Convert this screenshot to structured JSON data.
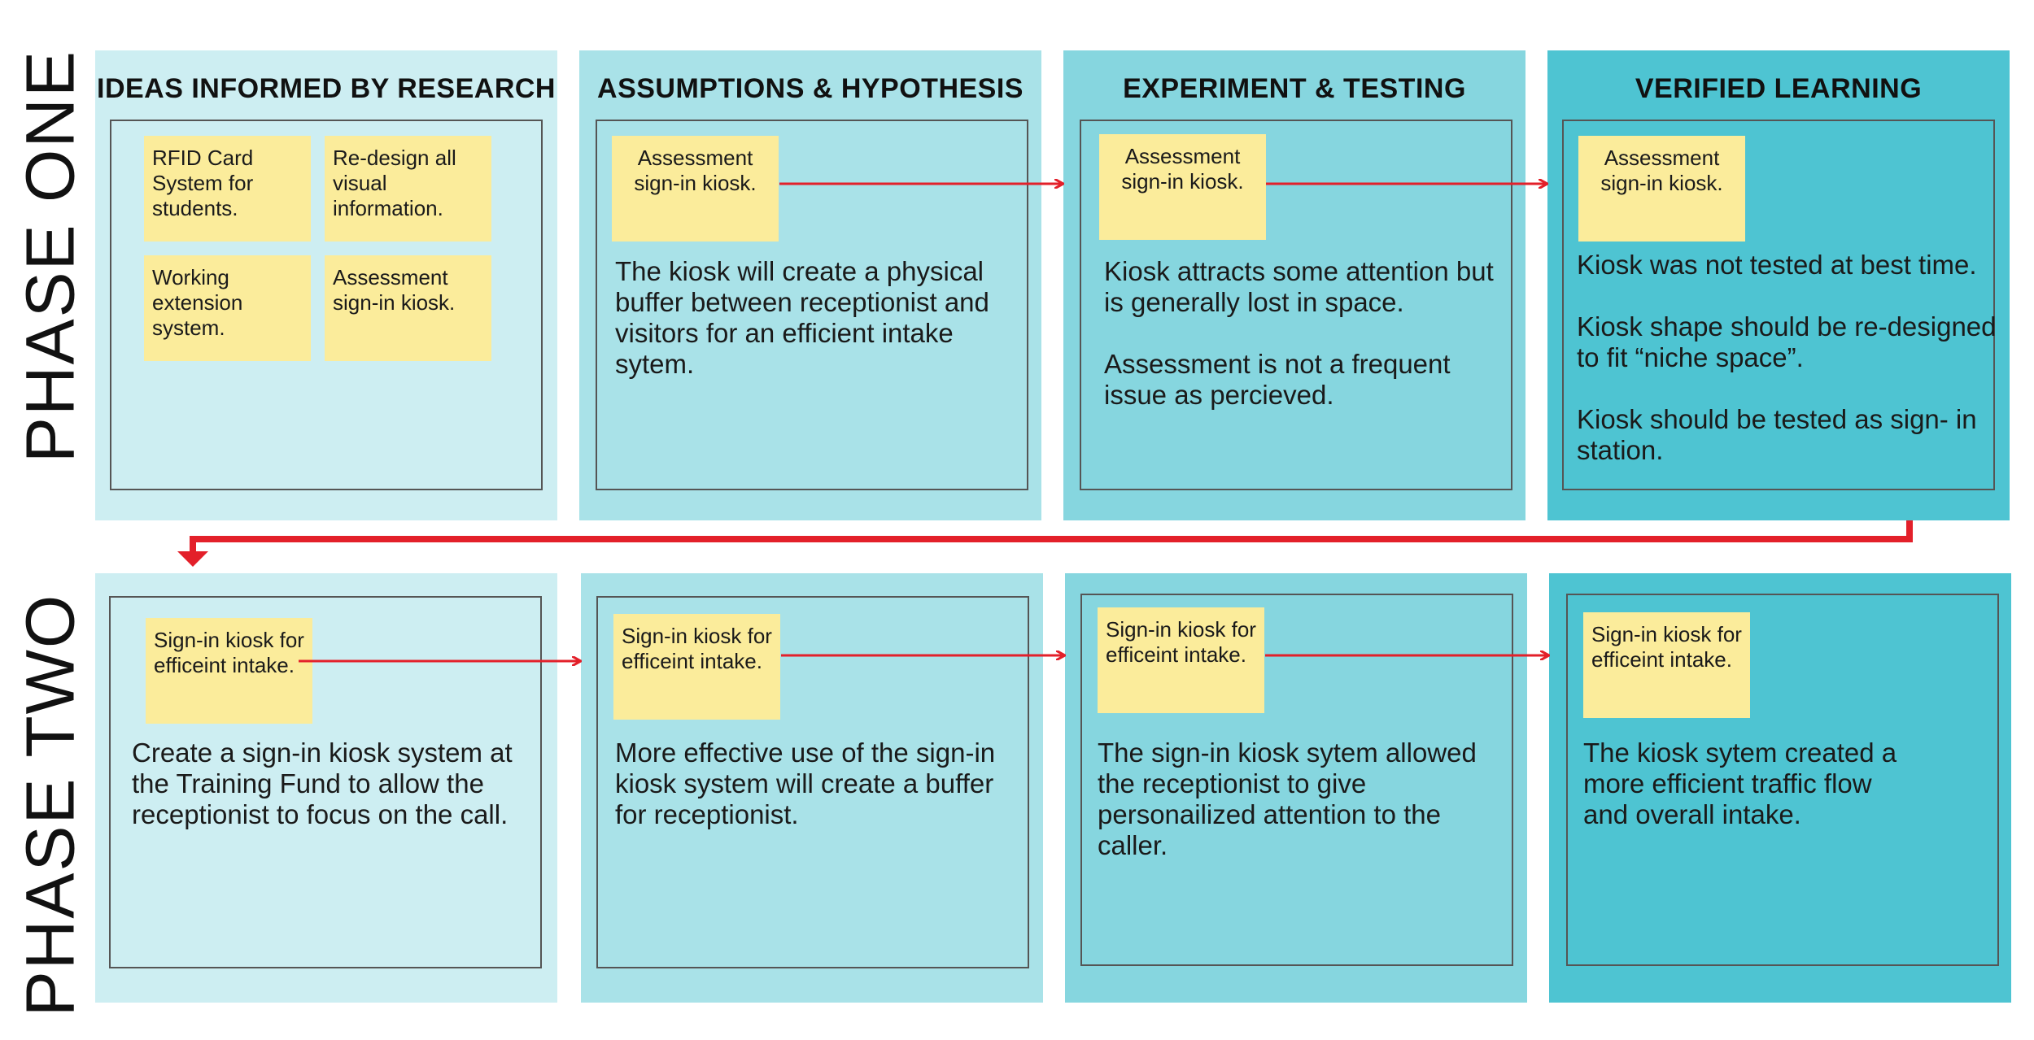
{
  "phases": [
    {
      "label": "PHASE ONE",
      "columns": [
        {
          "header": "IDEAS INFORMED BY RESEARCH",
          "notes": [
            "RFID Card System for students.",
            "Re-design all visual information.",
            "Working extension system.",
            "Assessment sign-in kiosk."
          ]
        },
        {
          "header": "ASSUMPTIONS & HYPOTHESIS",
          "note": "Assessment sign-in kiosk.",
          "text": "The kiosk will create a physical buffer between receptionist and visitors for an efficient intake sytem."
        },
        {
          "header": "EXPERIMENT & TESTING",
          "note": "Assessment sign-in kiosk.",
          "text": "Kiosk attracts some attention but is generally lost in space.\n\nAssessment is not a frequent issue as percieved."
        },
        {
          "header": "VERIFIED LEARNING",
          "note": "Assessment sign-in kiosk.",
          "text": "Kiosk was not tested at best time.\n\nKiosk shape should be re-designed to fit “niche space”.\n\nKiosk should be tested as sign- in station."
        }
      ]
    },
    {
      "label": "PHASE TWO",
      "columns": [
        {
          "note": "Sign-in kiosk for efficeint intake.",
          "text": "Create a sign-in kiosk system at the Training Fund to allow the receptionist to focus on the call."
        },
        {
          "note": "Sign-in kiosk for efficeint intake.",
          "text": "More effective use of the sign-in kiosk system will create a buffer for receptionist."
        },
        {
          "note": "Sign-in kiosk for efficeint intake.",
          "text": "The sign-in kiosk sytem allowed the receptionist to give personailized attention to the caller."
        },
        {
          "note": "Sign-in kiosk for efficeint intake.",
          "text": "The kiosk sytem created a more efficient traffic flow and overall intake."
        }
      ]
    }
  ],
  "colors": {
    "col1": "#cdeef2",
    "col2": "#a9e2e8",
    "col3": "#86d6df",
    "col4": "#4ec4d2",
    "sticky_note": "#fbec9b",
    "arrow": "#e3202a"
  }
}
